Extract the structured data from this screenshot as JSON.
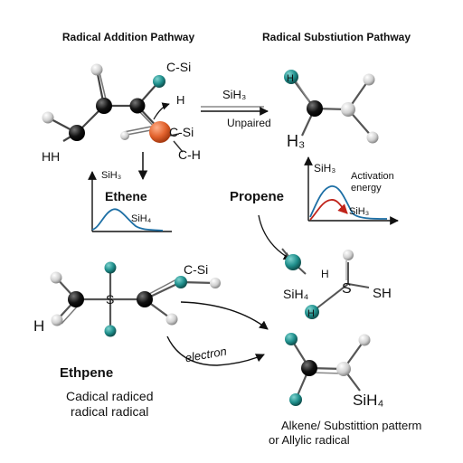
{
  "titles": {
    "left": "Radical Addition Pathway",
    "right": "Radical Substiution Pathway"
  },
  "labels": {
    "c_si_top": "C-Si",
    "h_top": "H",
    "c_si_mid": "C-Si",
    "c_h": "C-H",
    "hh": "HH",
    "sih3_left": "SiH₃",
    "ethene": "Ethene",
    "sih4_chart_left": "SiH₄",
    "sih3_arrow": "SiH₃",
    "unpaired": "Unpaired",
    "h3": "H₃",
    "h_atom_right": "H",
    "sih3_chart_right": "SiH₃",
    "activation_energy_1": "Activation",
    "activation_energy_2": "energy",
    "sih3_curve": "SiH₃",
    "propene": "Propene",
    "c_si_bottom": "C-Si",
    "h_bottom_left": "H",
    "s_atom": "S",
    "ethpene": "Ethpene",
    "cadical_1": "Cadical radiced",
    "cadical_2": "radical radical",
    "electron": "electron",
    "h_small": "H",
    "sih4_center": "SiH₄",
    "s_center": "S",
    "sh": "SH",
    "h_teal": "H",
    "sih4_bottom": "SiH₄",
    "alkene_1": "Alkene/ Substittion patterm",
    "alkene_2": "or Allylic radical"
  },
  "colors": {
    "carbon": "#111111",
    "hydrogen": "#d9d9d9",
    "teal": "#1f8f8c",
    "orange_radical": "#e2622d",
    "curve_blue": "#1d6fa5",
    "curve_red": "#c0231a"
  }
}
